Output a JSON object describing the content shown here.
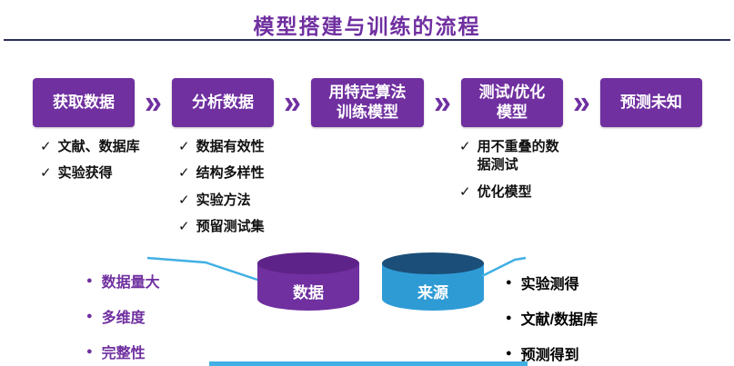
{
  "title": "模型搭建与训练的流程",
  "flow": {
    "arrow": "»",
    "steps": [
      "获取数据",
      "分析数据",
      "用特定算法\n训练模型",
      "测试/优化\n模型",
      "预测未知"
    ]
  },
  "icons": {
    "check": "✓",
    "bullet": "●"
  },
  "checklists": {
    "acquire": [
      "文献、数据库",
      "实验获得"
    ],
    "analyze": [
      "数据有效性",
      "结构多样性",
      "实验方法",
      "预留测试集"
    ],
    "test": [
      "用不重叠的数据测试",
      "优化模型"
    ]
  },
  "bottom": {
    "data_cylinder_label": "数据",
    "source_cylinder_label": "来源",
    "data_traits": [
      "数据量大",
      "多维度",
      "完整性"
    ],
    "source_items": [
      "实验测得",
      "文献/数据库",
      "预测得到"
    ]
  },
  "colors": {
    "purple": "#7030A0",
    "purple-dark": "#5E2389",
    "blue": "#2E9BD5",
    "blue-dark": "#1B4E79",
    "accent": "#41B0E4",
    "rule": "#2B2E5B"
  }
}
